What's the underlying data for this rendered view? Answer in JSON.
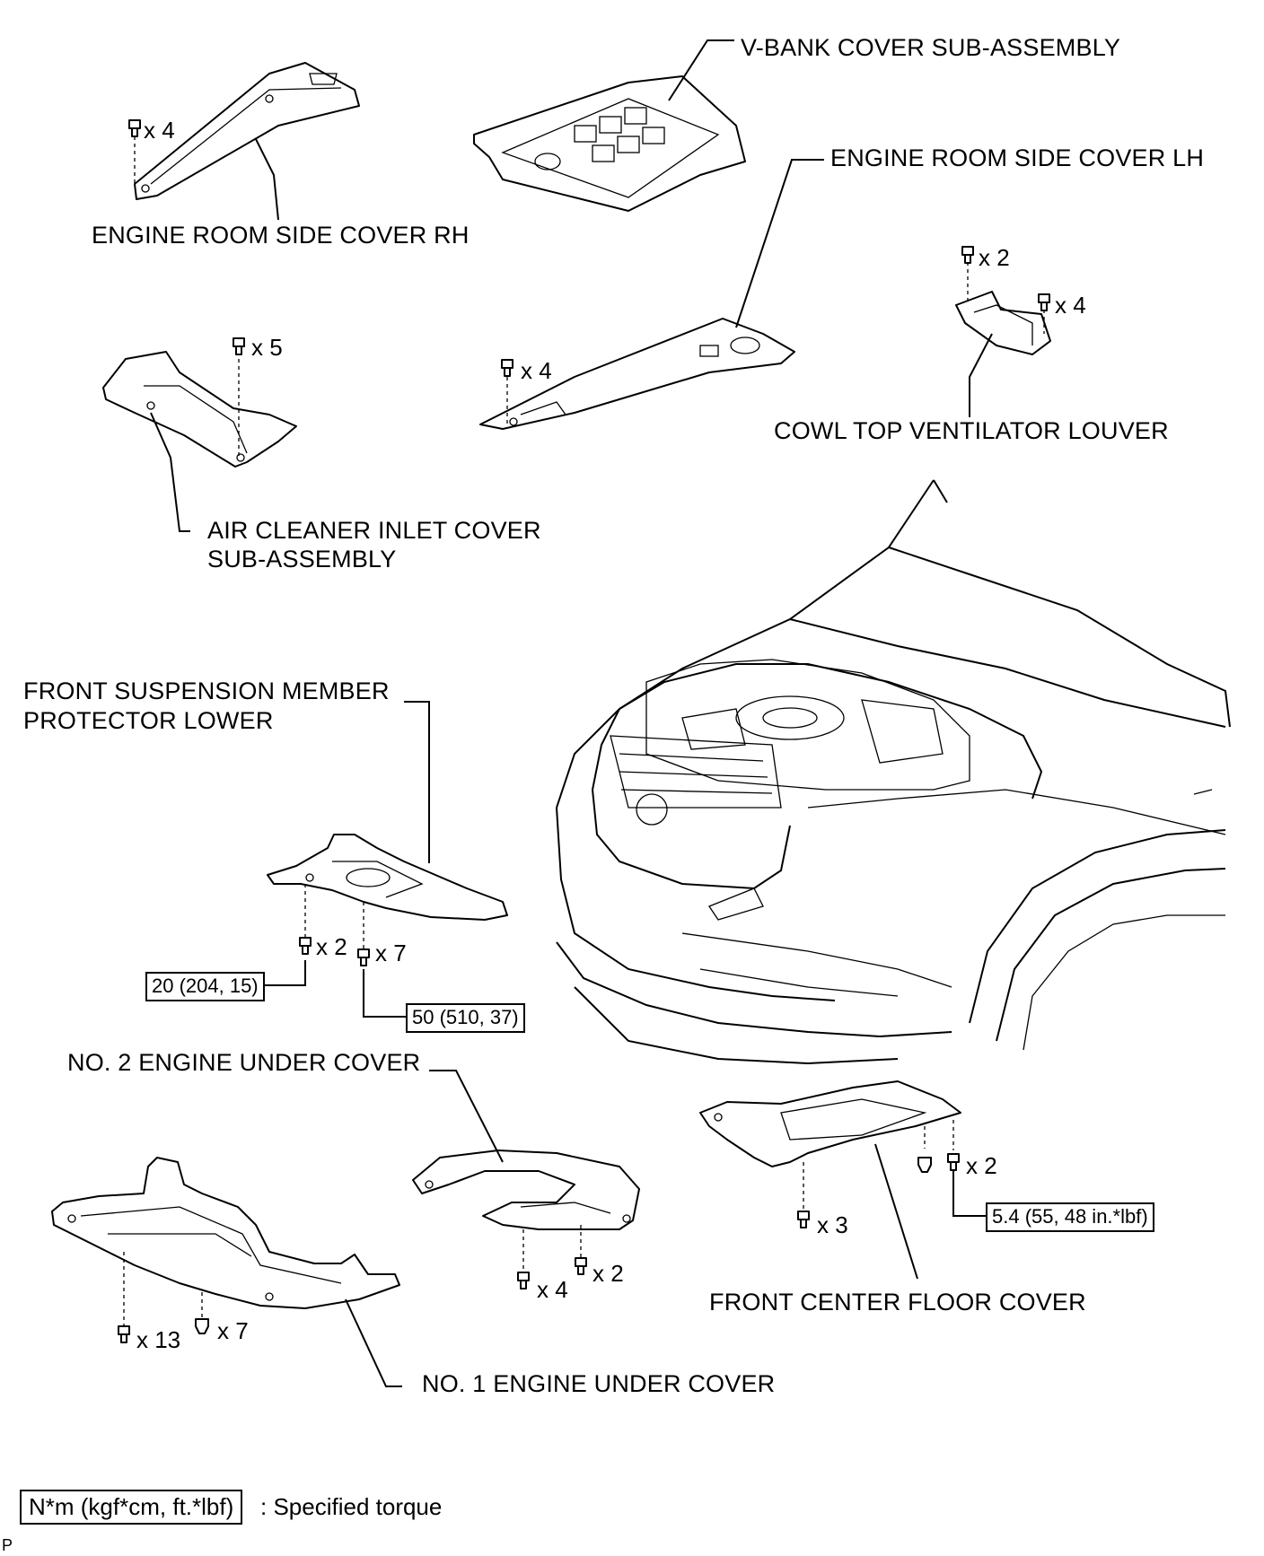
{
  "labels": {
    "vbank": "V-BANK COVER SUB-ASSEMBLY",
    "side_rh": "ENGINE ROOM SIDE COVER RH",
    "side_lh": "ENGINE ROOM SIDE COVER LH",
    "cowl": "COWL TOP VENTILATOR LOUVER",
    "air_cleaner_1": "AIR CLEANER INLET COVER",
    "air_cleaner_2": "SUB-ASSEMBLY",
    "fsm_1": "FRONT SUSPENSION MEMBER",
    "fsm_2": "PROTECTOR LOWER",
    "no2_under": "NO. 2 ENGINE UNDER COVER",
    "floor": "FRONT CENTER FLOOR COVER",
    "no1_under": "NO. 1 ENGINE UNDER COVER"
  },
  "quantities": {
    "rh": "x 4",
    "air": "x 5",
    "lh": "x 4",
    "cowl_a": "x 2",
    "cowl_b": "x 4",
    "fsm_a": "x 2",
    "fsm_b": "x 7",
    "no2_a": "x 4",
    "no2_b": "x 2",
    "floor_a": "x 3",
    "floor_b": "x 2",
    "no1_a": "x 13",
    "no1_b": "x 7"
  },
  "torques": {
    "fsm_a": "20 (204, 15)",
    "fsm_b": "50 (510, 37)",
    "floor": "5.4 (55, 48 in.*lbf)"
  },
  "legend": {
    "box": "N*m (kgf*cm, ft.*lbf)",
    "text": ": Specified torque"
  },
  "corner_mark": "P"
}
